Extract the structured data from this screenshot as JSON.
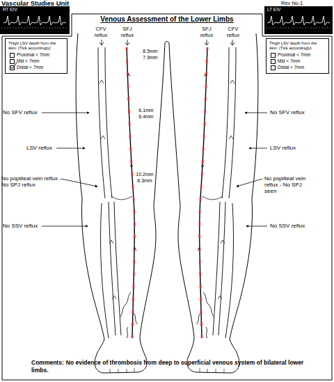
{
  "diagram": {
    "title": "Venous Assessment of the Lower Limbs",
    "nodes": [
      {
        "text": [
          "Thigh LSV depth from the skin: (Tick accordingly)",
          "Proximal < 7mm",
          "Mid < 7mm",
          "Distal < 7mm"
        ]
      },
      {
        "text": [
          "Thigh LSV depth from the skin: (Tick accordingly)",
          "Proximal < 7mm",
          "Mid < 7mm",
          "Distal < 7mm"
        ]
      }
    ],
    "labels": [
      "Vascular Studies Unit",
      "Rev No.1",
      "RT EIV",
      "LT EIV",
      "CFV reflux",
      "SFJ reflux",
      "SFJ reflux",
      "CFV reflux",
      "8.5mm",
      "7.9mm",
      "6.1mm",
      "6.4mm",
      "10.2mm",
      "8.3mm",
      "No SFV reflux",
      "No SFV reflux",
      "LSV reflux",
      "LSV reflux",
      "No popliteal vein reflux - No SPJ reflux",
      "No popliteal vein reflux - No SPJ seen",
      "No SSV reflux",
      "No SSV reflux",
      "Comments:",
      "No evidence of thrombosis from deep to superficial venous system of bilateral lower limbs."
    ]
  }
}
